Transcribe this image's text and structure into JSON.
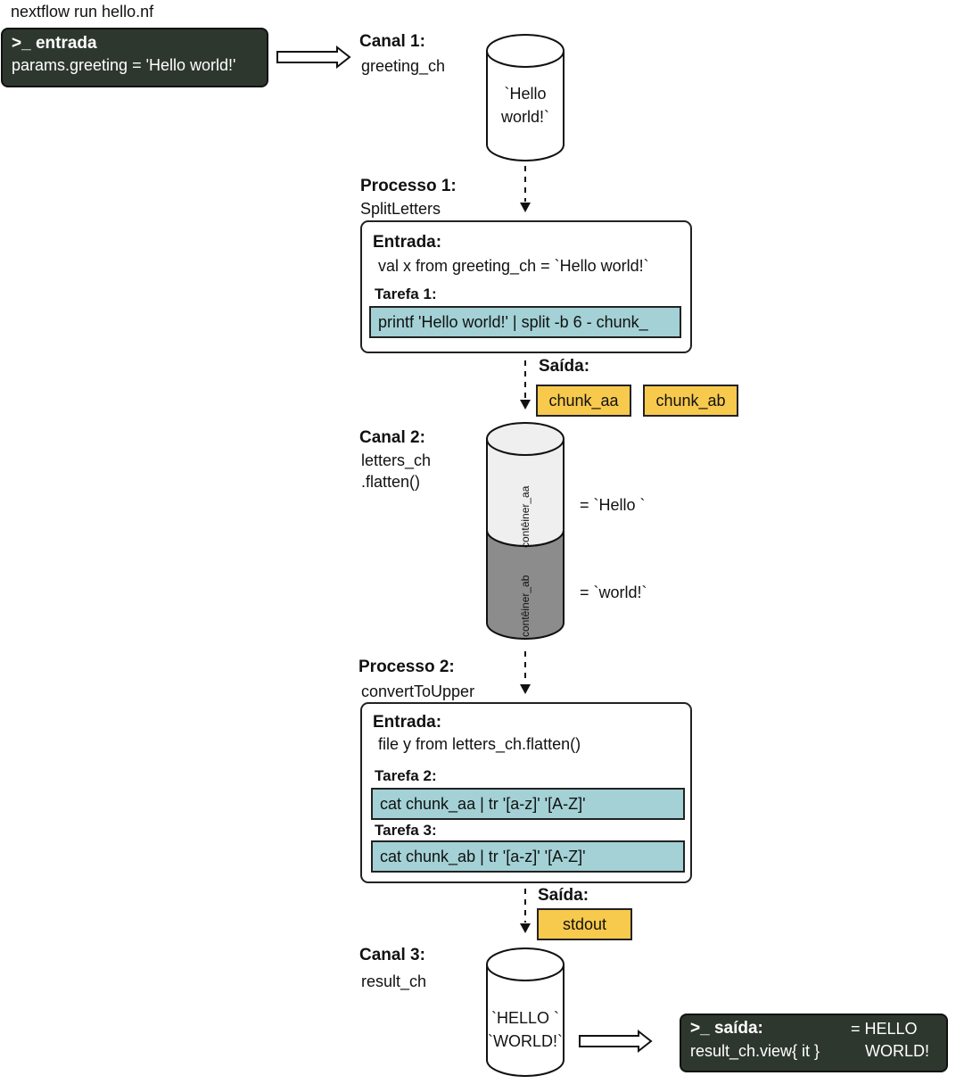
{
  "command": "nextflow run hello.nf",
  "input_terminal": {
    "title": ">_ entrada",
    "line": "params.greeting  = 'Hello world!'"
  },
  "channel1": {
    "title": "Canal 1:",
    "name": "greeting_ch",
    "content": [
      "`Hello",
      "world!`"
    ]
  },
  "process1": {
    "title": "Processo 1:",
    "name": "SplitLetters",
    "input_title": "Entrada:",
    "input_text": "val x from greeting_ch = `Hello world!`",
    "task_title": "Tarefa 1:",
    "task_cmd": "printf 'Hello world!' | split -b 6 - chunk_",
    "output_title": "Saída:",
    "outputs": [
      "chunk_aa",
      "chunk_ab"
    ]
  },
  "channel2": {
    "title": "Canal 2:",
    "name": "letters_ch",
    "op": ".flatten()",
    "containers": [
      "contêiner_aa",
      "contêiner_ab"
    ],
    "values": [
      "= `Hello `",
      "= `world!`"
    ],
    "colors": {
      "top": "#efefef",
      "bottom": "#8c8c8c"
    }
  },
  "process2": {
    "title": "Processo 2:",
    "name": "convertToUpper",
    "input_title": "Entrada:",
    "input_text": "file y from letters_ch.flatten()",
    "tasks": [
      {
        "title": "Tarefa 2:",
        "cmd": "cat chunk_aa | tr '[a-z]' '[A-Z]'"
      },
      {
        "title": "Tarefa 3:",
        "cmd": "cat chunk_ab | tr '[a-z]' '[A-Z]'"
      }
    ],
    "output_title": "Saída:",
    "output": "stdout"
  },
  "channel3": {
    "title": "Canal 3:",
    "name": "result_ch",
    "content": [
      "`HELLO `",
      "`WORLD!`"
    ]
  },
  "output_terminal": {
    "title": ">_ saída:",
    "line": "result_ch.view{ it }",
    "result": [
      "= HELLO",
      "WORLD!"
    ]
  },
  "colors": {
    "terminal": "#2e372e",
    "task": "#a3d1d5",
    "chip": "#f7c94d"
  }
}
